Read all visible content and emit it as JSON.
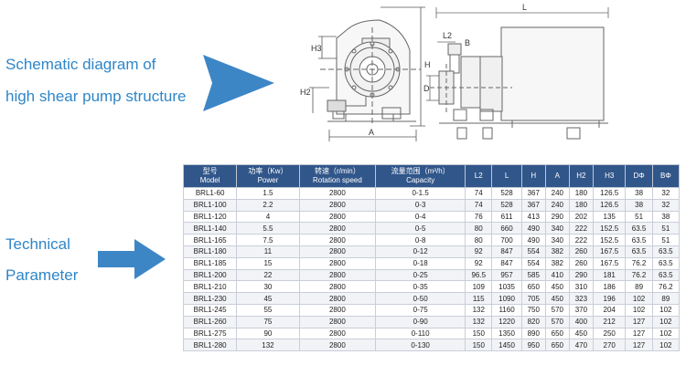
{
  "labels": {
    "schematic_line1": "Schematic diagram of",
    "schematic_line2": "high shear pump structure",
    "technical_line1": "Technical",
    "technical_line2": "Parameter"
  },
  "drawing": {
    "dims": {
      "L": "L",
      "L2": "L2",
      "B": "B",
      "H": "H",
      "H2": "H2",
      "H3": "H3",
      "A": "A",
      "D": "D"
    }
  },
  "table": {
    "headers": [
      {
        "cn": "型号",
        "en": "Model"
      },
      {
        "cn": "功率（Kw）",
        "en": "Power"
      },
      {
        "cn": "转速（r/min）",
        "en": "Rotation speed"
      },
      {
        "cn": "流量范围（m³/h）",
        "en": "Capacity"
      },
      {
        "cn": "",
        "en": "L2"
      },
      {
        "cn": "",
        "en": "L"
      },
      {
        "cn": "",
        "en": "H"
      },
      {
        "cn": "",
        "en": "A"
      },
      {
        "cn": "",
        "en": "H2"
      },
      {
        "cn": "",
        "en": "H3"
      },
      {
        "cn": "",
        "en": "DΦ"
      },
      {
        "cn": "",
        "en": "BΦ"
      }
    ],
    "rows": [
      [
        "BRL1-60",
        "1.5",
        "2800",
        "0-1.5",
        "74",
        "528",
        "367",
        "240",
        "180",
        "126.5",
        "38",
        "32"
      ],
      [
        "BRL1-100",
        "2.2",
        "2800",
        "0-3",
        "74",
        "528",
        "367",
        "240",
        "180",
        "126.5",
        "38",
        "32"
      ],
      [
        "BRL1-120",
        "4",
        "2800",
        "0-4",
        "76",
        "611",
        "413",
        "290",
        "202",
        "135",
        "51",
        "38"
      ],
      [
        "BRL1-140",
        "5.5",
        "2800",
        "0-5",
        "80",
        "660",
        "490",
        "340",
        "222",
        "152.5",
        "63.5",
        "51"
      ],
      [
        "BRL1-165",
        "7.5",
        "2800",
        "0-8",
        "80",
        "700",
        "490",
        "340",
        "222",
        "152.5",
        "63.5",
        "51"
      ],
      [
        "BRL1-180",
        "11",
        "2800",
        "0-12",
        "92",
        "847",
        "554",
        "382",
        "260",
        "167.5",
        "63.5",
        "63.5"
      ],
      [
        "BRL1-185",
        "15",
        "2800",
        "0-18",
        "92",
        "847",
        "554",
        "382",
        "260",
        "167.5",
        "76.2",
        "63.5"
      ],
      [
        "BRL1-200",
        "22",
        "2800",
        "0-25",
        "96.5",
        "957",
        "585",
        "410",
        "290",
        "181",
        "76.2",
        "63.5"
      ],
      [
        "BRL1-210",
        "30",
        "2800",
        "0-35",
        "109",
        "1035",
        "650",
        "450",
        "310",
        "186",
        "89",
        "76.2"
      ],
      [
        "BRL1-230",
        "45",
        "2800",
        "0-50",
        "115",
        "1090",
        "705",
        "450",
        "323",
        "196",
        "102",
        "89"
      ],
      [
        "BRL1-245",
        "55",
        "2800",
        "0-75",
        "132",
        "1160",
        "750",
        "570",
        "370",
        "204",
        "102",
        "102"
      ],
      [
        "BRL1-260",
        "75",
        "2800",
        "0-90",
        "132",
        "1220",
        "820",
        "570",
        "400",
        "212",
        "127",
        "102"
      ],
      [
        "BRL1-275",
        "90",
        "2800",
        "0-110",
        "150",
        "1350",
        "890",
        "650",
        "450",
        "250",
        "127",
        "102"
      ],
      [
        "BRL1-280",
        "132",
        "2800",
        "0-130",
        "150",
        "1450",
        "950",
        "650",
        "470",
        "270",
        "127",
        "102"
      ]
    ]
  }
}
